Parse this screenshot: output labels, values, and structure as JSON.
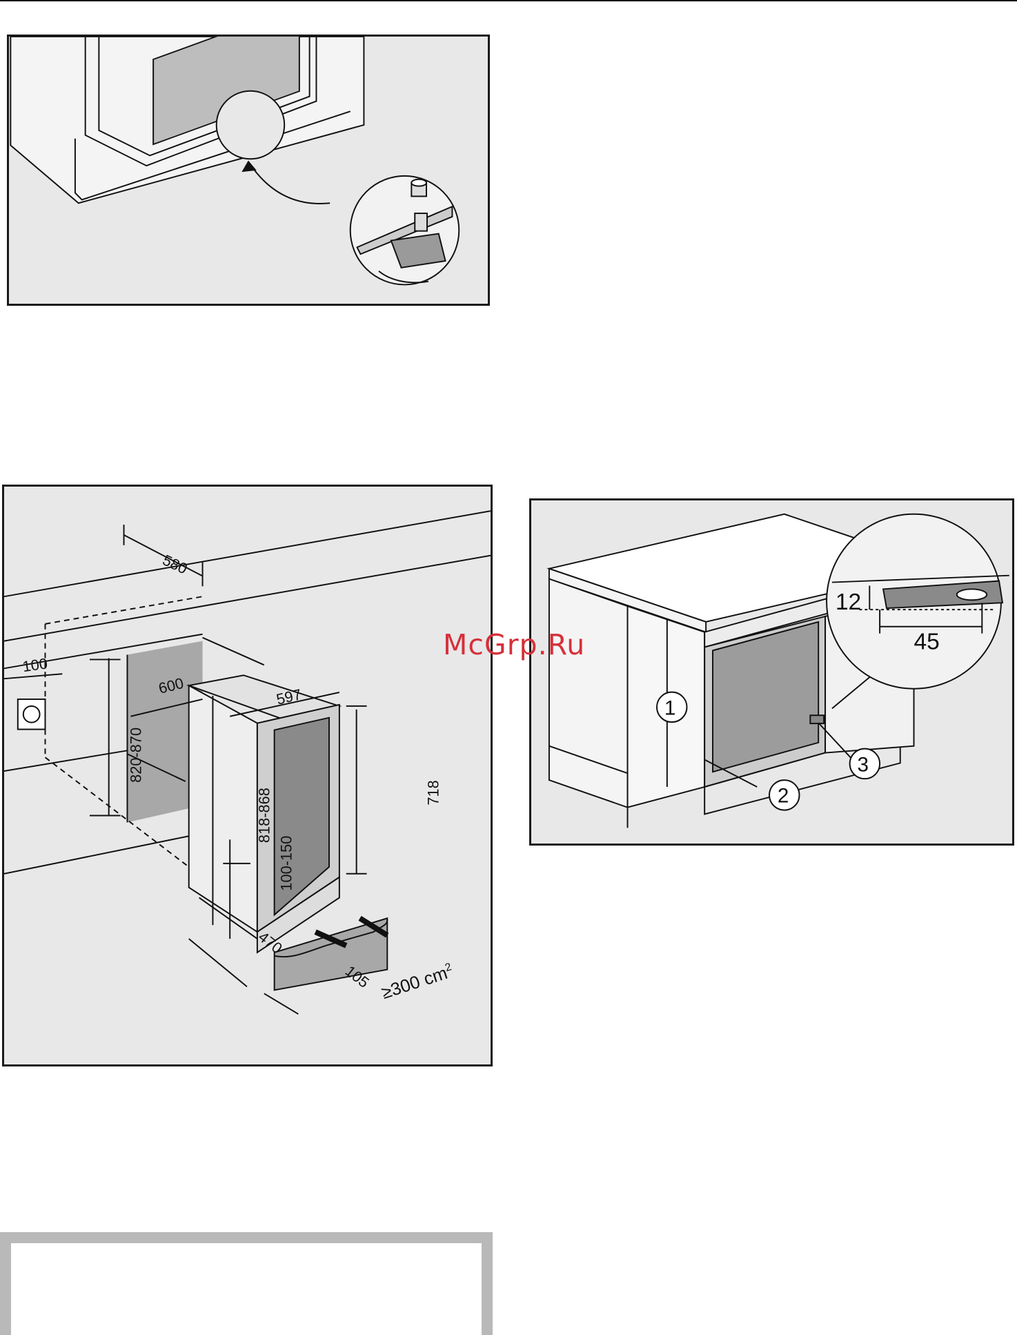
{
  "watermark": "McGrp.Ru",
  "figure_top": {},
  "figure_dimensions": {
    "labels": {
      "d580": "580",
      "d600": "600",
      "d597": "597",
      "d100": "100",
      "d820_870": "820-870",
      "d818_868": "818-868",
      "d100_150": "100-150",
      "d718": "718",
      "d470": "470",
      "d105": "105",
      "vent_prefix": "≥300 cm",
      "vent_sup": "2"
    }
  },
  "figure_install": {
    "callouts": [
      "1",
      "2",
      "3"
    ],
    "detail_labels": {
      "d12": "12",
      "d45": "45"
    }
  },
  "colors": {
    "frame": "#1a1a1a",
    "panel": "#e8e8e8",
    "shade": "#a8a8a8",
    "watermark": "#d6303a"
  }
}
